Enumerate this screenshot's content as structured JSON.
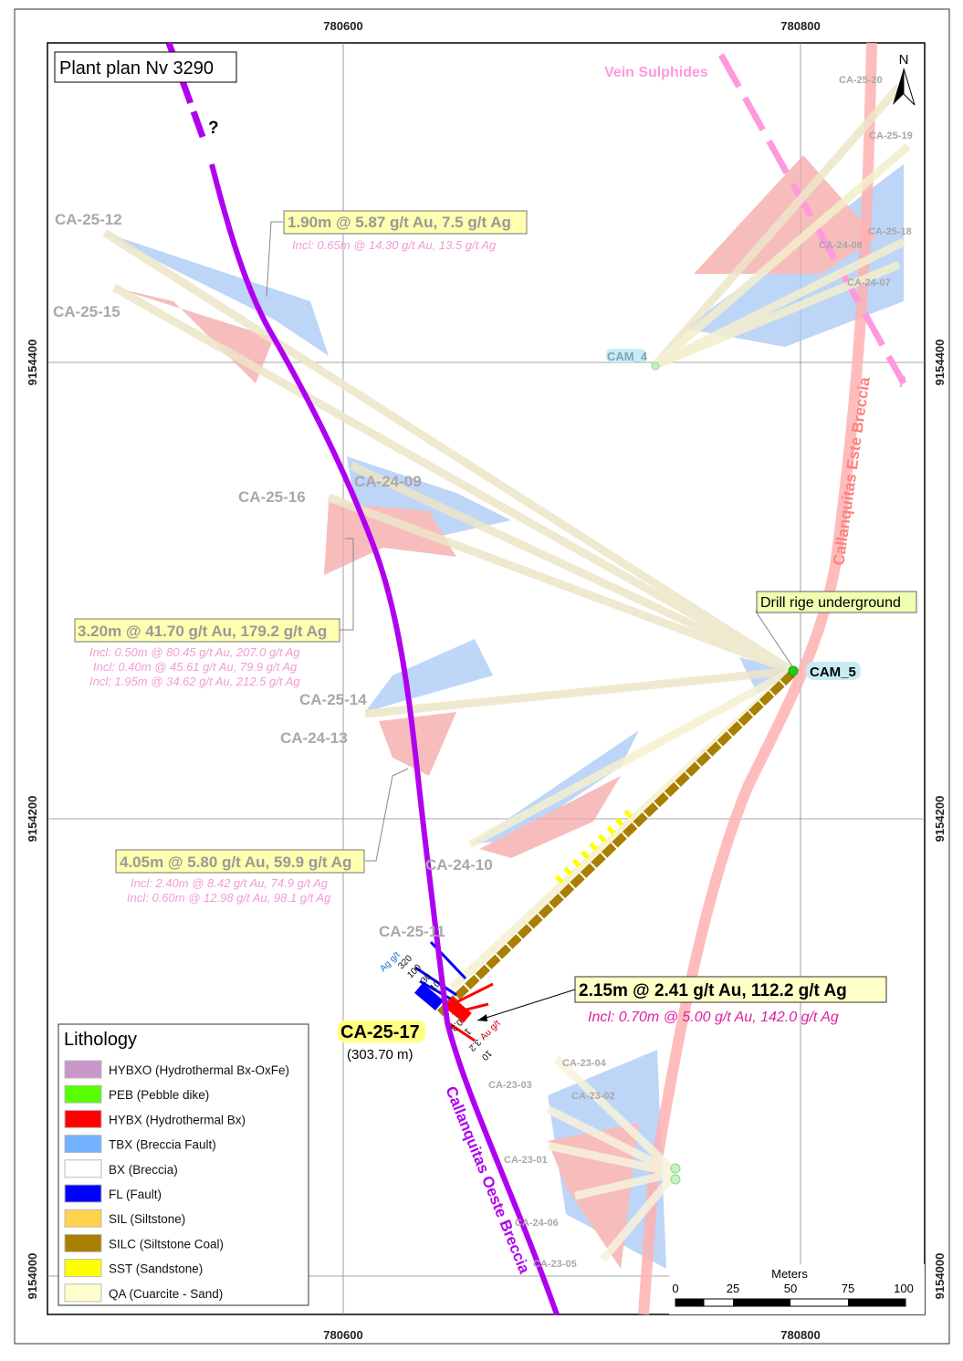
{
  "title": "Plant plan Nv 3290",
  "north_label": "N",
  "grid": {
    "eastings": [
      "780600",
      "780800"
    ],
    "northings": [
      "9154400",
      "9154200",
      "9154000"
    ]
  },
  "structures": {
    "vein": "Vein Sulphides",
    "west_breccia": "Callanquitas Oeste Breccia",
    "east_breccia": "Callanquitas Este Breccia",
    "question": "?"
  },
  "stations": {
    "cam4": "CAM_4",
    "cam5": "CAM_5",
    "drill_rig": "Drill rige underground"
  },
  "holes": {
    "ca_25_12": "CA-25-12",
    "ca_25_15": "CA-25-15",
    "ca_25_16": "CA-25-16",
    "ca_24_09": "CA-24-09",
    "ca_25_14": "CA-25-14",
    "ca_24_13": "CA-24-13",
    "ca_24_10": "CA-24-10",
    "ca_25_11": "CA-25-11",
    "ca_25_17": "CA-25-17",
    "ca_25_17_len": "(303.70 m)",
    "ca_25_20": "CA-25-20",
    "ca_25_19": "CA-25-19",
    "ca_25_18": "CA-25-18",
    "ca_24_08": "CA-24-08",
    "ca_24_07": "CA-24-07",
    "ca_23_04": "CA-23-04",
    "ca_23_03": "CA-23-03",
    "ca_23_02": "CA-23-02",
    "ca_23_01": "CA-23-01",
    "ca_24_06": "CA-24-06",
    "ca_23_05": "CA-23-05"
  },
  "intercepts": [
    {
      "main": "1.90m @ 5.87 g/t Au, 7.5 g/t Ag",
      "incl": [
        "Incl: 0.65m @ 14.30 g/t Au, 13.5 g/t Ag"
      ]
    },
    {
      "main": "3.20m @ 41.70 g/t Au, 179.2 g/t Ag",
      "incl": [
        "Incl: 0.50m @ 80.45 g/t Au, 207.0 g/t Ag",
        "Incl: 0.40m @ 45.61 g/t Au, 79.9 g/t Ag",
        "Incl: 1.95m @ 34.62 g/t Au, 212.5 g/t Ag"
      ]
    },
    {
      "main": "4.05m @ 5.80 g/t Au, 59.9 g/t Ag",
      "incl": [
        "Incl: 2.40m @ 8.42 g/t Au, 74.9 g/t Ag",
        "Incl: 0.60m @ 12.98 g/t Au, 98.1 g/t Ag"
      ]
    },
    {
      "main": "2.15m @ 2.41 g/t Au, 112.2 g/t Ag",
      "incl": [
        "Incl: 0.70m @ 5.00 g/t Au, 142.0 g/t Ag"
      ]
    }
  ],
  "histogram_scale": {
    "ag_label": "Ag g/t",
    "ag_ticks": [
      "320",
      "100",
      "30",
      "10"
    ],
    "au_label": "Au g/t",
    "au_ticks": [
      "10",
      "3.2",
      "1",
      "0.3"
    ]
  },
  "legend": {
    "title": "Lithology",
    "items": [
      {
        "label": "HYBXO (Hydrothermal Bx-OxFe)",
        "color": "#c896c8"
      },
      {
        "label": "PEB (Pebble dike)",
        "color": "#55ff00"
      },
      {
        "label": "HYBX (Hydrothermal Bx)",
        "color": "#ff0000"
      },
      {
        "label": "TBX (Breccia Fault)",
        "color": "#73b2ff"
      },
      {
        "label": "BX (Breccia)",
        "color": "#ffffff"
      },
      {
        "label": "FL (Fault)",
        "color": "#0000ff"
      },
      {
        "label": "SIL (Siltstone)",
        "color": "#ffd24d"
      },
      {
        "label": "SILC (Siltstone Coal)",
        "color": "#a87f00"
      },
      {
        "label": "SST (Sandstone)",
        "color": "#ffff00"
      },
      {
        "label": "QA (Cuarcite - Sand)",
        "color": "#ffffcc"
      }
    ]
  },
  "scale_bar": {
    "title": "Meters",
    "ticks": [
      "0",
      "25",
      "50",
      "75",
      "100"
    ]
  },
  "colors": {
    "fault_purple": "#b000f0",
    "east_breccia": "#ffb0b0",
    "vein": "#ff99dd",
    "ag_hist": "#a8c8f5",
    "au_hist": "#f5a8a8",
    "label_box": "#ffffb0"
  }
}
